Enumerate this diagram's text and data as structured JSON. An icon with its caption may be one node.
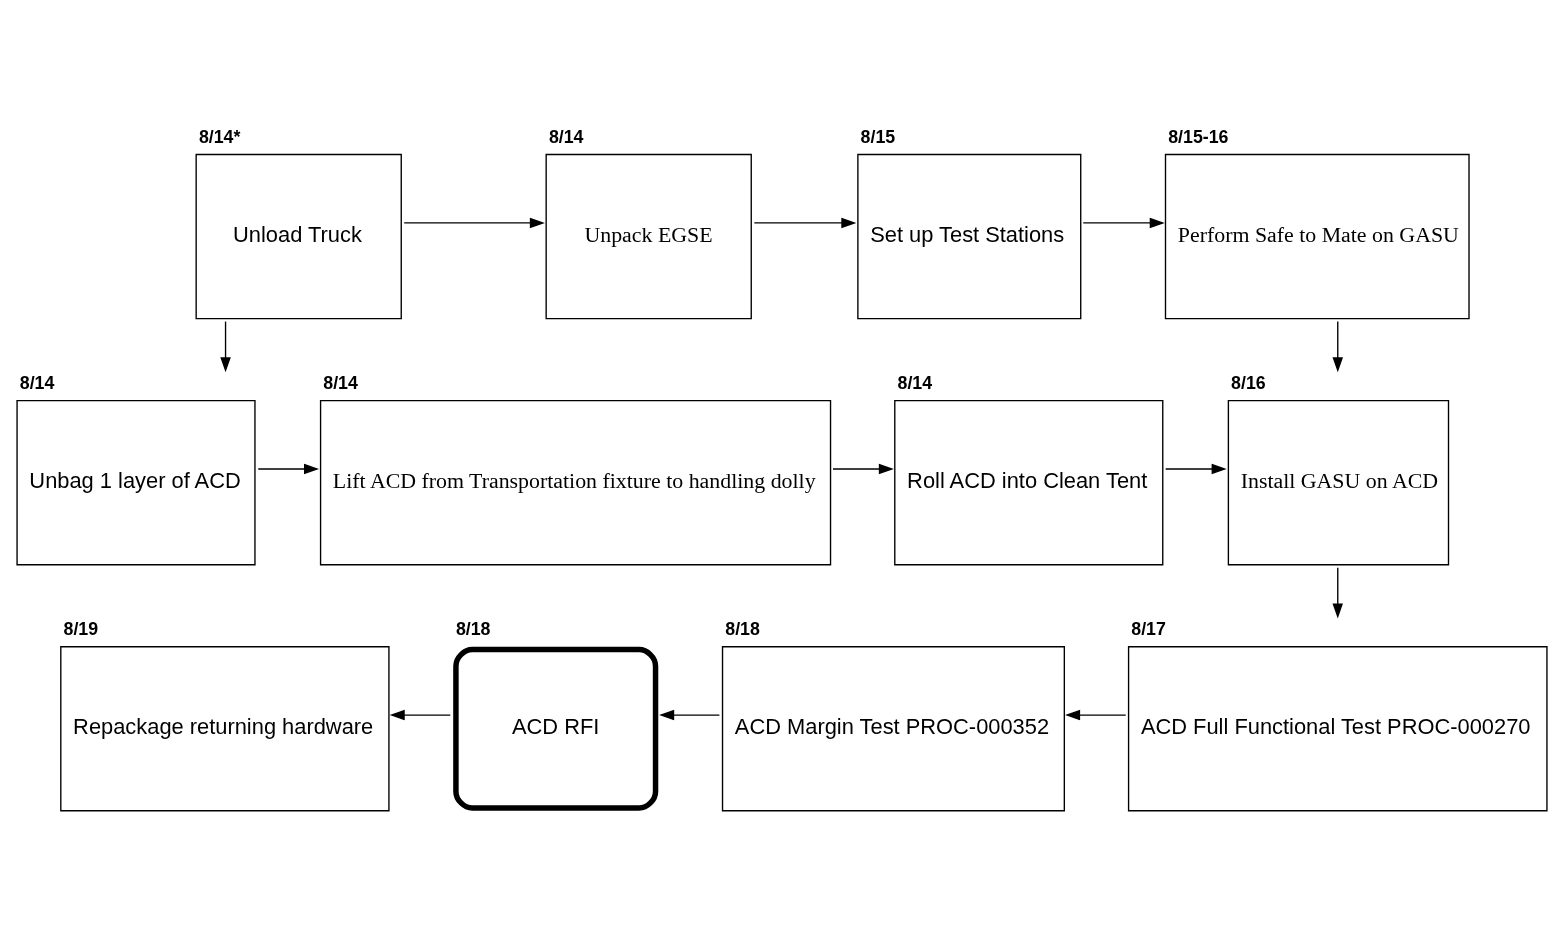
{
  "diagram": {
    "nodes": [
      {
        "text": [
          "Unload Truck"
        ],
        "beside": [
          "8/14*"
        ]
      },
      {
        "text": [
          "Unpack EGSE"
        ],
        "beside": [
          "8/14"
        ]
      },
      {
        "text": [
          "Set up Test Stations"
        ],
        "beside": [
          "8/15"
        ]
      },
      {
        "text": [
          "Perform Safe to Mate on GASU"
        ],
        "beside": [
          "8/15-16"
        ]
      },
      {
        "text": [
          "Unbag 1 layer of ACD"
        ],
        "beside": [
          "8/14"
        ]
      },
      {
        "text": [
          "Lift ACD from Transportation fixture to handling dolly"
        ],
        "beside": [
          "8/14"
        ]
      },
      {
        "text": [
          "Roll ACD into Clean Tent"
        ],
        "beside": [
          "8/14"
        ]
      },
      {
        "text": [
          "Install GASU on ACD"
        ],
        "beside": [
          "8/16"
        ]
      },
      {
        "text": [
          "ACD Full Functional Test PROC-000270"
        ],
        "beside": [
          "8/17"
        ]
      },
      {
        "text": [
          "ACD Margin Test PROC-000352"
        ],
        "beside": [
          "8/18"
        ]
      },
      {
        "text": [
          "ACD RFI"
        ],
        "beside": [
          "8/18"
        ]
      },
      {
        "text": [
          "Repackage returning hardware"
        ],
        "beside": [
          "8/19"
        ]
      }
    ],
    "edges": [
      {
        "from": 0,
        "to": 1,
        "arrow": "to"
      },
      {
        "from": 0,
        "to": 4,
        "arrow": "to"
      },
      {
        "from": 1,
        "to": 2,
        "arrow": "to"
      },
      {
        "from": 2,
        "to": 3,
        "arrow": "to"
      },
      {
        "from": 3,
        "to": 7,
        "arrow": "to"
      },
      {
        "from": 4,
        "to": 5,
        "arrow": "to"
      },
      {
        "from": 5,
        "to": 6,
        "arrow": "to"
      },
      {
        "from": 6,
        "to": 7,
        "arrow": "to"
      },
      {
        "from": 7,
        "to": 8,
        "arrow": "to"
      },
      {
        "from": 8,
        "to": 9,
        "arrow": "to"
      },
      {
        "from": 9,
        "to": 10,
        "arrow": "to"
      },
      {
        "from": 10,
        "to": 11,
        "arrow": "to"
      }
    ]
  }
}
